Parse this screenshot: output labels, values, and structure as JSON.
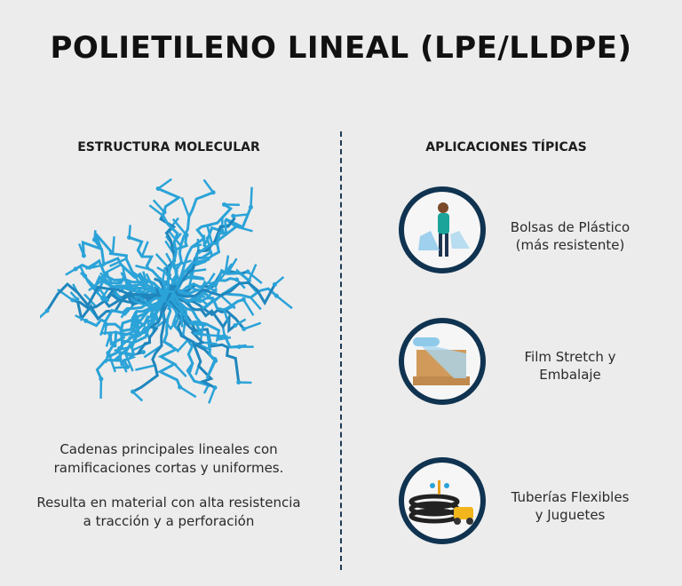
{
  "title": "POLIETILENO LINEAL (LPE/LLDPE)",
  "left": {
    "heading": "ESTRUCTURA MOLECULAR",
    "description1": "Cadenas principales lineales con ramificaciones cortas y uniformes.",
    "description2": "Resulta en material con alta resistencia a tracción y a perforación"
  },
  "right": {
    "heading": "APLICACIONES TÍPICAS",
    "items": [
      {
        "icon": "shopping-bags-icon",
        "line1": "Bolsas de Plástico",
        "line2": "(más resistente)"
      },
      {
        "icon": "stretch-film-pallet-icon",
        "line1": "Film Stretch y",
        "line2": "Embalaje"
      },
      {
        "icon": "tubing-toy-icon",
        "line1": "Tuberías Flexibles",
        "line2": "y Juguetes"
      }
    ]
  },
  "colors": {
    "molecule": "#2ba3d8",
    "navy": "#0f3350"
  }
}
